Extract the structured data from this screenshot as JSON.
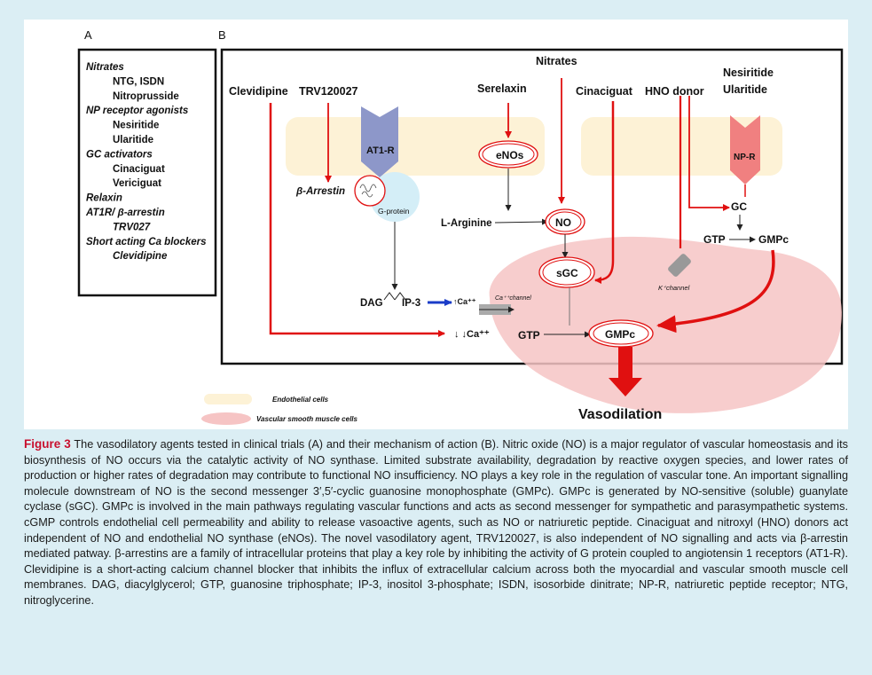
{
  "panel_a": {
    "label": "A",
    "lines": [
      {
        "text": "Nitrates",
        "style": "head"
      },
      {
        "text": "NTG, ISDN",
        "style": "item"
      },
      {
        "text": "Nitroprusside",
        "style": "item"
      },
      {
        "text": "NP receptor agonists",
        "style": "head"
      },
      {
        "text": "Nesiritide",
        "style": "item"
      },
      {
        "text": "Ularitide",
        "style": "item"
      },
      {
        "text": "GC activators",
        "style": "head"
      },
      {
        "text": "Cinaciguat",
        "style": "item"
      },
      {
        "text": "Vericiguat",
        "style": "item"
      },
      {
        "text": "Relaxin",
        "style": "head"
      },
      {
        "text": "AT1R/ β-arrestin",
        "style": "head"
      },
      {
        "text": "TRV027",
        "style": "sub"
      },
      {
        "text": "Short acting Ca blockers",
        "style": "head"
      },
      {
        "text": "Clevidipine",
        "style": "sub"
      }
    ]
  },
  "panel_b": {
    "label": "B",
    "clevidipine": "Clevidipine",
    "trv": "TRV120027",
    "serelaxin": "Serelaxin",
    "nitrates": "Nitrates",
    "cinaciguat": "Cinaciguat",
    "hno": "HNO donor",
    "nesiritide": "Nesiritide",
    "ularitide": "Ularitide",
    "at1r": "AT1-R",
    "enos": "eNOs",
    "npr": "NP-R",
    "barrestin": "β-Arrestin",
    "gprotein": "G-protein",
    "larginine": "L-Arginine",
    "no": "NO",
    "gc": "GC",
    "gtp": "GTP",
    "gmpc": "GMPc",
    "sgc": "sGC",
    "dag": "DAG",
    "ip3": "IP-3",
    "ca_up": "↑Ca⁺⁺",
    "ca_channel": "Ca⁺⁺channel",
    "k_channel": "K⁺channel",
    "ca_down": "↓ ↓Ca⁺⁺",
    "vasodilation": "Vasodilation"
  },
  "legend": {
    "endothelial": "Endothelial cells",
    "smooth_muscle": "Vascular smooth muscle cells"
  },
  "colors": {
    "red": "#e01010",
    "endothelial": "#fdf2d6",
    "smooth_muscle": "#f6c4c4",
    "at1r": "#8d97c9",
    "npr": "#f08080",
    "figure_label": "#c8102e"
  },
  "caption": {
    "label": "Figure 3",
    "text": " The vasodilatory agents tested in clinical trials (A) and their mechanism of action (B). Nitric oxide (NO) is a major regulator of vascular homeostasis and its biosynthesis of NO occurs via the catalytic activity of NO synthase. Limited substrate availability, degradation by reactive oxygen species, and lower rates of production or higher rates of degradation may contribute to functional NO insufficiency. NO plays a key role in the regulation of vascular tone. An important signalling molecule downstream of NO is the second messenger 3′,5′-cyclic guanosine monophosphate (GMPc). GMPc is generated by NO-sensitive (soluble) guanylate cyclase (sGC). GMPc is involved in the main pathways regulating vascular functions and acts as second messenger for sympathetic and parasympathetic systems. cGMP controls endothelial cell permeability and ability to release vasoactive agents, such as NO or natriuretic peptide. Cinaciguat and nitroxyl (HNO) donors act independent of NO and endothelial NO synthase (eNOs). The novel vasodilatory agent, TRV120027, is also independent of NO signalling and acts via β-arrestin mediated patway. β-arrestins are a family of intracellular proteins that play a key role by inhibiting the activity of G protein coupled to angiotensin 1 receptors (AT1-R). Clevidipine is a short-acting calcium channel blocker that inhibits the influx of extracellular calcium across both the myocardial and vascular smooth muscle cell membranes. DAG, diacylglycerol; GTP, guanosine triphosphate; IP-3, inositol 3-phosphate; ISDN, isosorbide dinitrate; NP-R, natriuretic peptide receptor; NTG, nitroglycerine."
  }
}
